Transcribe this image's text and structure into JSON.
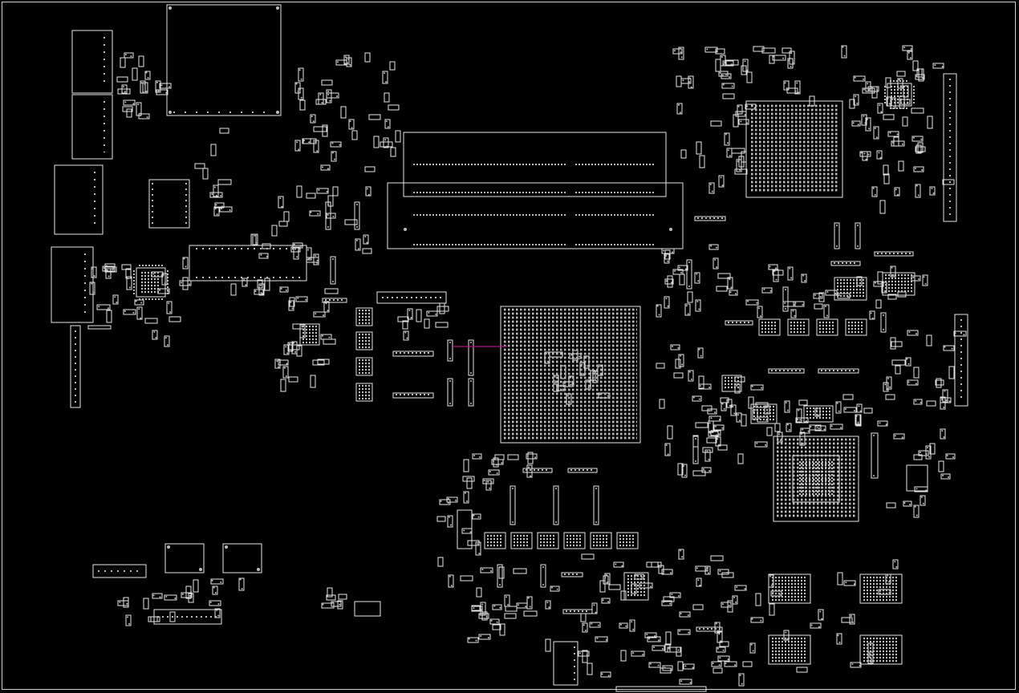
{
  "view": {
    "background_color": "#000000",
    "outline_color": "#e6e6e6",
    "pad_color": "#bdbdbd",
    "trace_color": "#b0157a"
  },
  "layers": {
    "outlines": "component-outlines",
    "pads": "pad-grid",
    "traces": "highlight-trace"
  }
}
